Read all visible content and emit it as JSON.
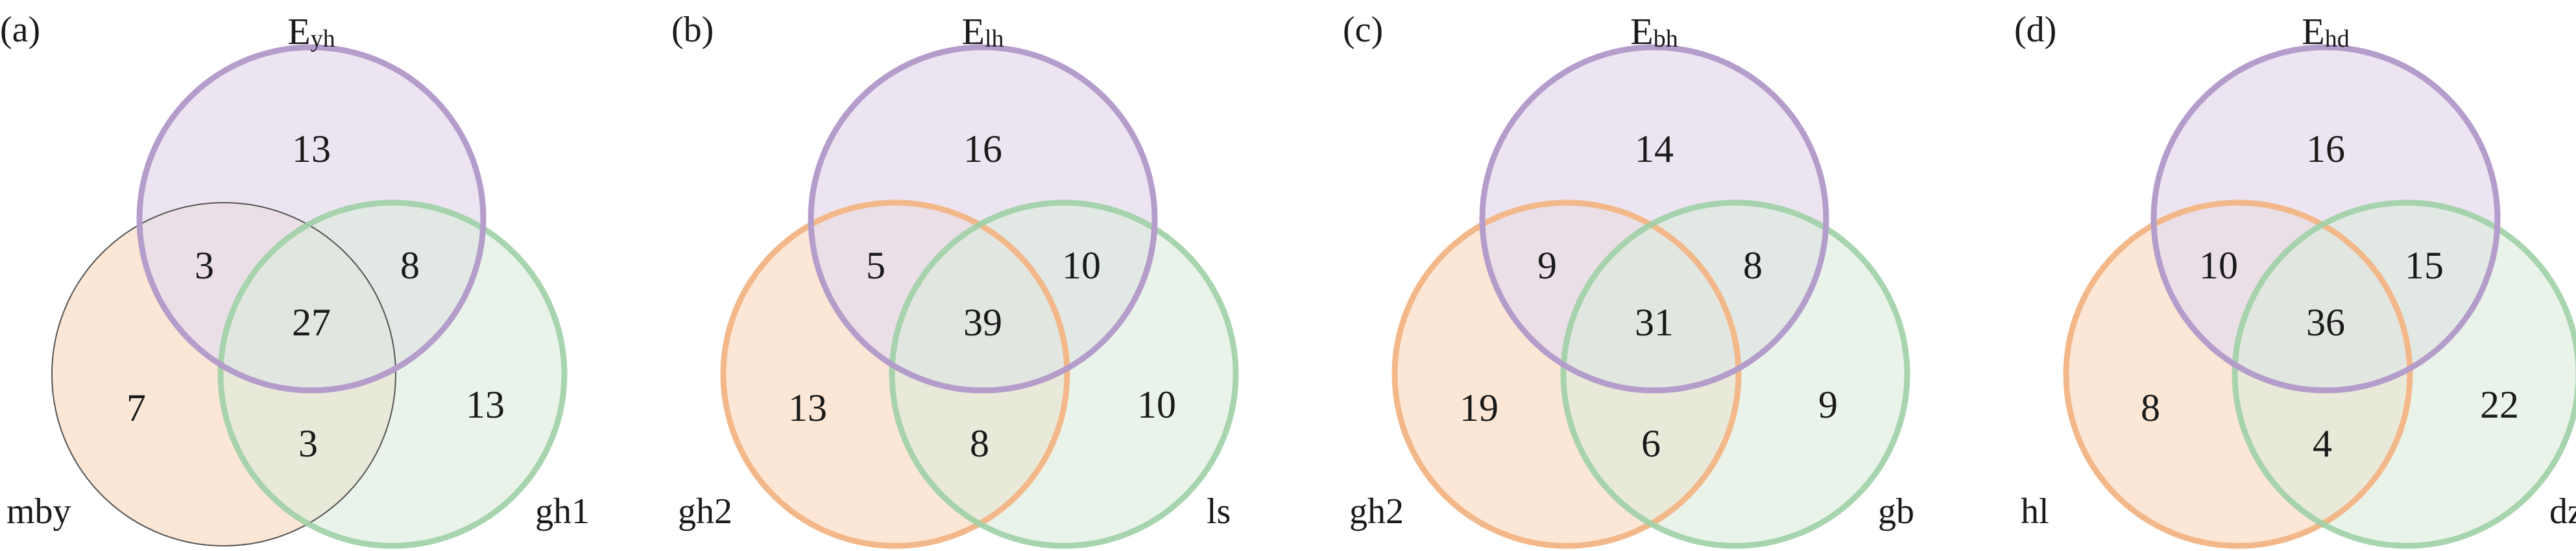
{
  "colors": {
    "top_fill": "#e6dcec",
    "top_stroke": "#b49ccb",
    "left_fill": "#fbe3cf",
    "left_stroke": "#f3b889",
    "right_fill": "#dcebdc",
    "right_stroke": "#9fd0a6",
    "thin_stroke": "#555555"
  },
  "panels": [
    {
      "label": "(a)",
      "title_main": "E",
      "title_sub": "yh",
      "left_set": "mby",
      "right_set": "gh1",
      "regions": {
        "top": "13",
        "left": "7",
        "right": "13",
        "top_left": "3",
        "top_right": "8",
        "left_right": "3",
        "center": "27"
      },
      "left_outline_thin": true
    },
    {
      "label": "(b)",
      "title_main": "E",
      "title_sub": "lh",
      "left_set": "gh2",
      "right_set": "ls",
      "regions": {
        "top": "16",
        "left": "13",
        "right": "10",
        "top_left": "5",
        "top_right": "10",
        "left_right": "8",
        "center": "39"
      },
      "left_outline_thin": false
    },
    {
      "label": "(c)",
      "title_main": "E",
      "title_sub": "bh",
      "left_set": "gh2",
      "right_set": "gb",
      "regions": {
        "top": "14",
        "left": "19",
        "right": "9",
        "top_left": "9",
        "top_right": "8",
        "left_right": "6",
        "center": "31"
      },
      "left_outline_thin": false
    },
    {
      "label": "(d)",
      "title_main": "E",
      "title_sub": "hd",
      "left_set": "hl",
      "right_set": "dz",
      "regions": {
        "top": "16",
        "left": "8",
        "right": "22",
        "top_left": "10",
        "top_right": "15",
        "left_right": "4",
        "center": "36"
      },
      "left_outline_thin": false
    }
  ]
}
